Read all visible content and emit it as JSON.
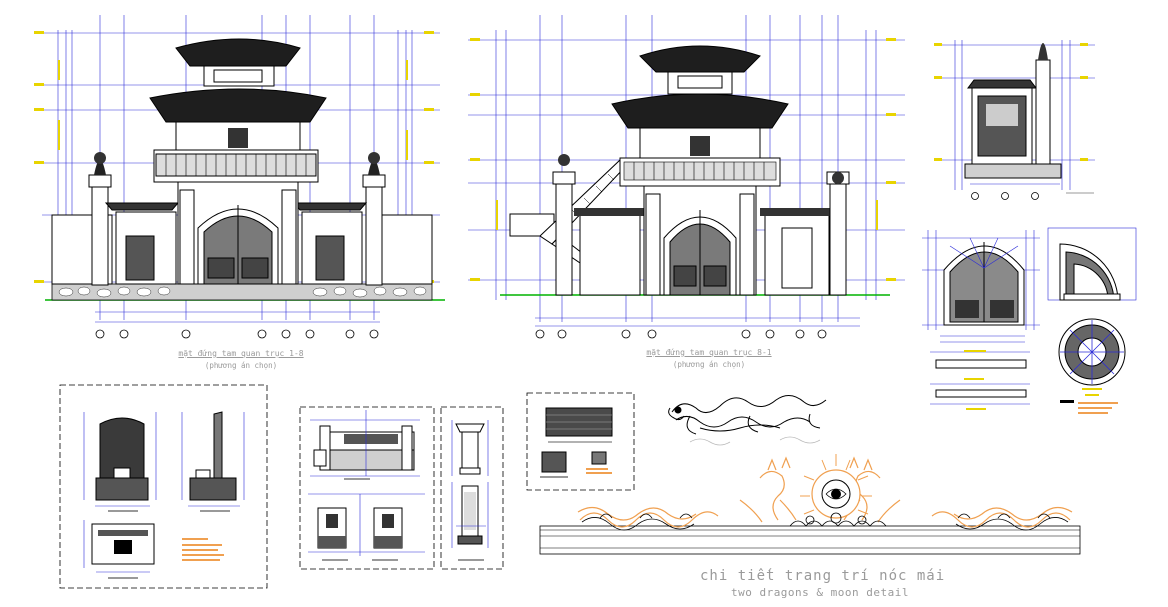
{
  "captions": {
    "elev_1_8": "mặt đứng tam quan trục 1-8",
    "elev_1_8_sub": "(phương án chọn)",
    "elev_8_1": "mặt đứng tam quan trục 8-1",
    "elev_8_1_sub": "(phương án chọn)",
    "ornament_vi": "chi tiết trang trí nóc mái",
    "ornament_en": "two dragons & moon detail"
  },
  "colors": {
    "line": "#000000",
    "grid": "#2a2ad8",
    "ground": "#00b400",
    "level": "#e8d400",
    "dragon": "#f0a050",
    "caption": "#9a9a9a"
  }
}
